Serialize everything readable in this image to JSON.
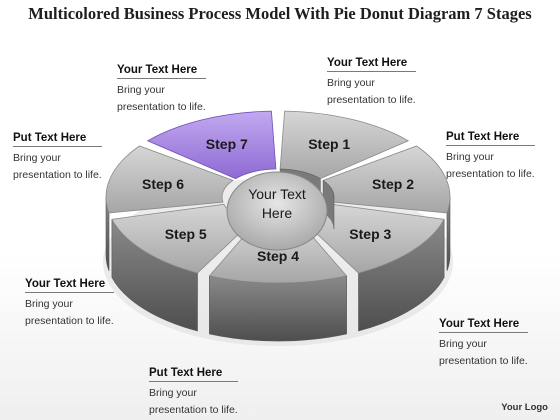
{
  "title": "Multicolored Business Process Model With Pie Donut Diagram 7 Stages",
  "center": {
    "line1": "Your Text",
    "line2": "Here"
  },
  "steps": [
    "Step 1",
    "Step 2",
    "Step 3",
    "Step 4",
    "Step 5",
    "Step 6",
    "Step 7"
  ],
  "colors": {
    "segment": "#bdbdbd",
    "highlight": "#a98be0",
    "side": "#6f6f6f",
    "highlight_side": "#7b5bc0"
  },
  "callouts": [
    {
      "head": "Your Text Here",
      "line1": "Bring your",
      "line2": "presentation to life."
    },
    {
      "head": "Put Text Here",
      "line1": "Bring your",
      "line2": "presentation to life."
    },
    {
      "head": "Your Text Here",
      "line1": "Bring your",
      "line2": "presentation to life."
    },
    {
      "head": "Put Text Here",
      "line1": "Bring your",
      "line2": "presentation to life."
    },
    {
      "head": "Your Text Here",
      "line1": "Bring your",
      "line2": "presentation to life."
    },
    {
      "head": "Put Text Here",
      "line1": "Bring your",
      "line2": "presentation to life."
    },
    {
      "head": "Your Text Here",
      "line1": "Bring your",
      "line2": "presentation to life."
    }
  ],
  "logo": "Your Logo"
}
